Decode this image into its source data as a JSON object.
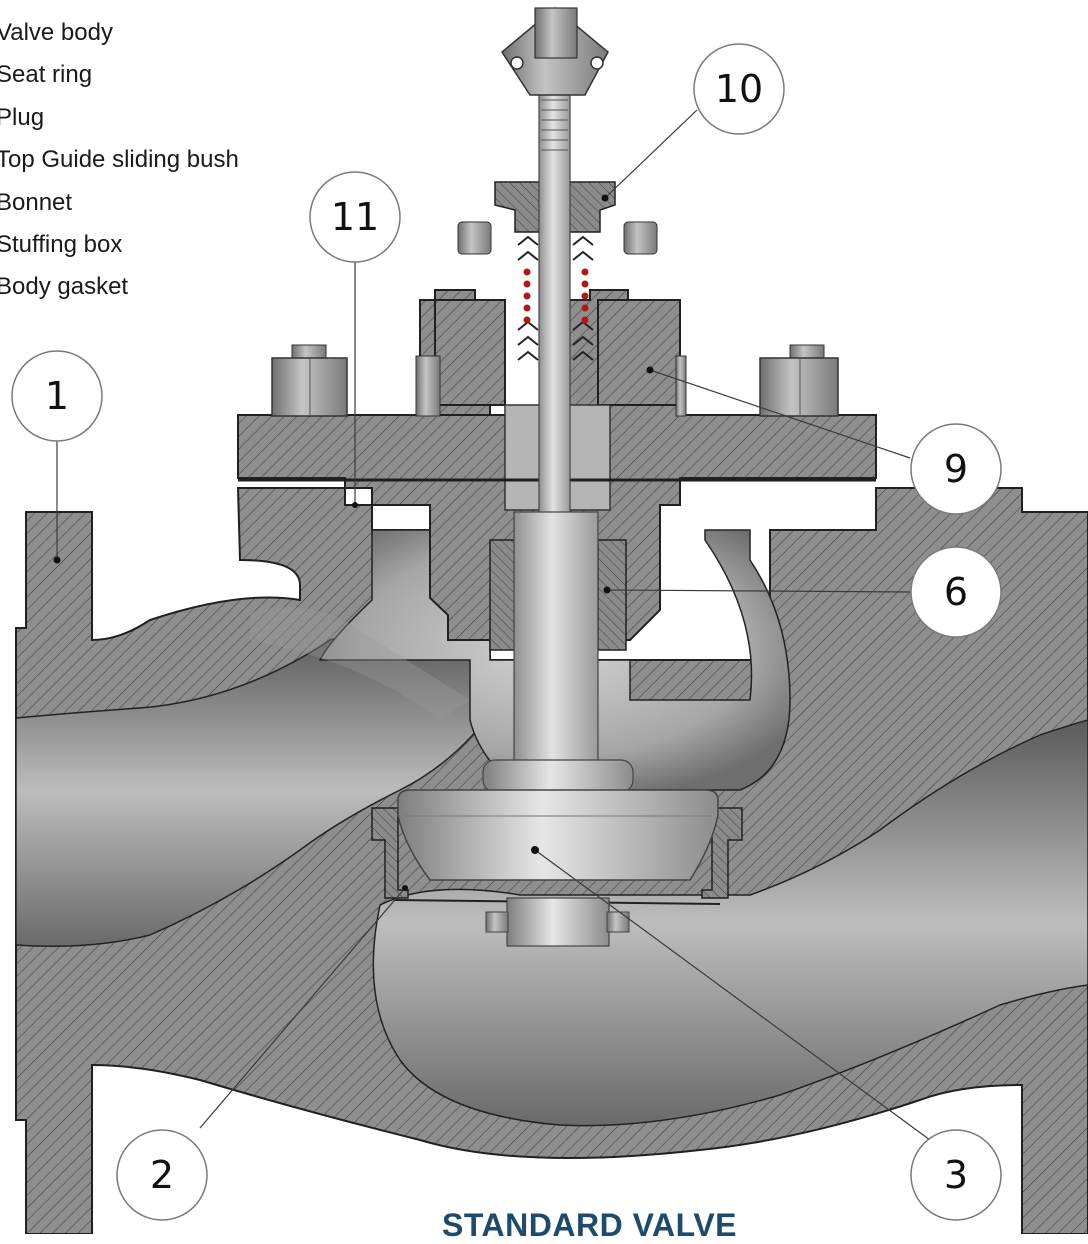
{
  "legend": [
    "Valve body",
    "Seat ring",
    "Plug",
    "Top Guide sliding bush",
    "Bonnet",
    "Stuffing box",
    "Body gasket"
  ],
  "callouts": {
    "c1": "1",
    "c2": "2",
    "c3": "3",
    "c6": "6",
    "c9": "9",
    "c10": "10",
    "c11": "11"
  },
  "title": "STANDARD VALVE",
  "colors": {
    "section_fill": "#8c8c8c",
    "hatch": "#3c3c3c",
    "metal_light": "#c9c9c9",
    "packing_red": "#b01818",
    "title": "#1d4a6d"
  }
}
